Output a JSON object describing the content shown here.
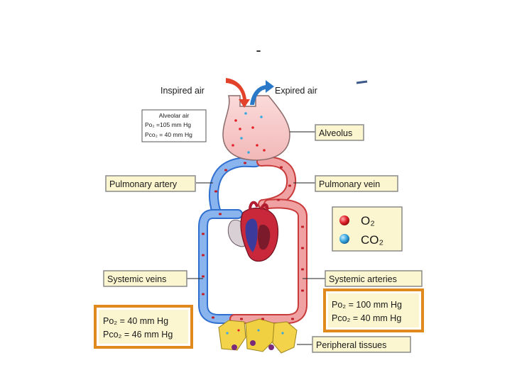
{
  "title": "-",
  "air": {
    "inspired": "Inspired air",
    "expired": "Expired air"
  },
  "alveolar": {
    "heading": "Alveolar air",
    "po2": "Po₂ =105 mm Hg",
    "pco2": "Pco₂ = 40 mm Hg"
  },
  "labels": {
    "alveolus": "Alveolus",
    "pulmonary_artery": "Pulmonary artery",
    "pulmonary_vein": "Pulmonary vein",
    "systemic_veins": "Systemic veins",
    "systemic_arteries": "Systemic arteries",
    "peripheral_tissues": "Peripheral tissues"
  },
  "legend": {
    "o2": "O₂",
    "co2": "CO₂"
  },
  "arterial_box": {
    "po2": "Po₂ = 100 mm Hg",
    "pco2": "Pco₂ = 40 mm Hg"
  },
  "venous_box": {
    "po2": "Po₂ = 40 mm Hg",
    "pco2": "Pco₂ = 46 mm Hg"
  },
  "colors": {
    "oxygenated": "#ec9a9a",
    "deoxygenated": "#7aa7e6",
    "label_box": "#fbf6d0",
    "orange_border": "#e08a1e",
    "o2_dot": "#e2222a",
    "co2_dot": "#3aa8e0"
  }
}
